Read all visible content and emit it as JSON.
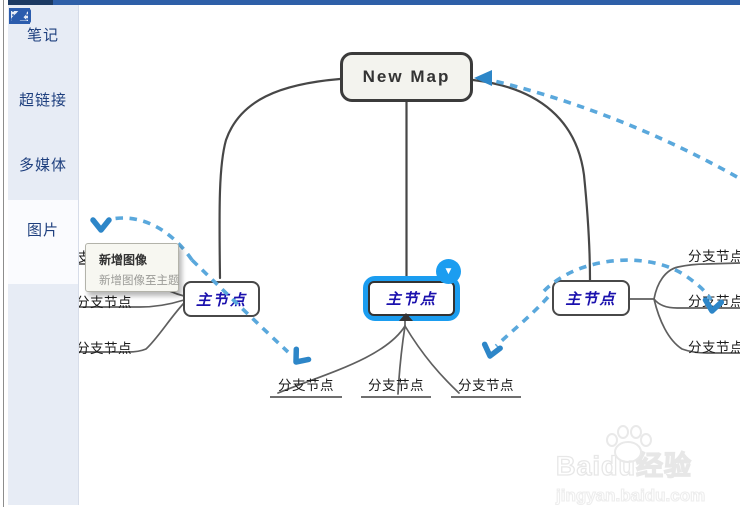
{
  "sidebar": {
    "items": [
      {
        "label": "笔记",
        "icon": "pencil-icon",
        "selected": false
      },
      {
        "label": "超链接",
        "icon": "hyperlink-icon",
        "selected": false
      },
      {
        "label": "多媒体",
        "icon": "media-icon",
        "selected": false
      },
      {
        "label": "图片",
        "icon": "image-icon",
        "selected": true
      }
    ]
  },
  "map": {
    "root_label": "New Map",
    "main_nodes": [
      {
        "label": "主节点",
        "selected": false
      },
      {
        "label": "主节点",
        "selected": true
      },
      {
        "label": "主节点",
        "selected": false
      }
    ],
    "left_branches": [
      "分支节点",
      "分支节点",
      "分支节点"
    ],
    "bottom_branches": [
      "分支节点",
      "分支节点",
      "分支节点"
    ],
    "right_branches": [
      "分支节点",
      "分支节点",
      "分支节点"
    ]
  },
  "tooltip": {
    "title": "新增图像",
    "subtitle": "新增图像至主题"
  },
  "watermark": {
    "brand": "Baidu",
    "suffix": "经验",
    "url": "jingyan.baidu.com"
  },
  "colors": {
    "accent_blue": "#1b9df0",
    "annotation_blue": "#58a7db",
    "sidebar_icon_blue": "#2b5cad",
    "topbar_blue": "#2e5fa8",
    "topbar_dark": "#1c3a63",
    "node_border": "#3b3b3b"
  }
}
